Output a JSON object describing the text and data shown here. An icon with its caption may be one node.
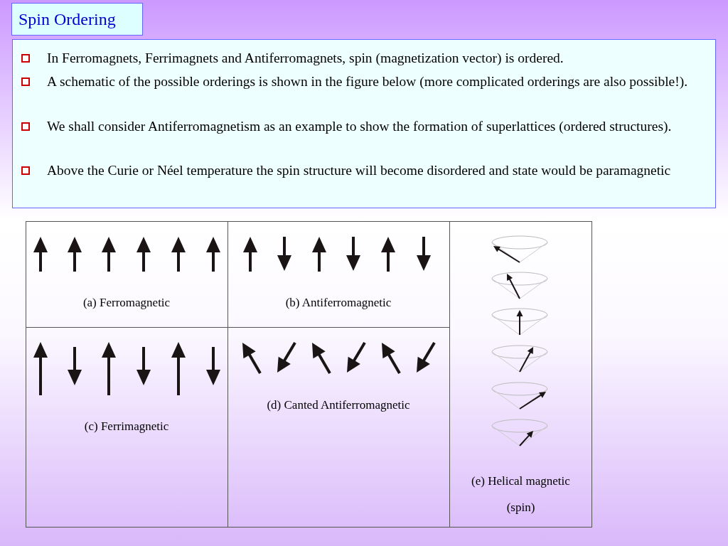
{
  "diagram": {
    "title": "Spin Ordering",
    "labels": [
      "In Ferromagnets, Ferrimagnets and Antiferromagnets, spin (magnetization vector) is ordered.",
      "A schematic of the possible orderings is shown in the figure below (more complicated orderings are also possible!).",
      "We shall consider Antiferromagnetism as an example to show the formation of superlattices (ordered structures).",
      "Above the Curie or Néel temperature the spin structure will become disordered and state would be paramagnetic",
      "(a) Ferromagnetic",
      "(b) Antiferromagnetic",
      "(e) Helical magnetic (spin)",
      "(c) Ferrimagnetic",
      "(d) Canted Antiferromagnetic"
    ]
  }
}
